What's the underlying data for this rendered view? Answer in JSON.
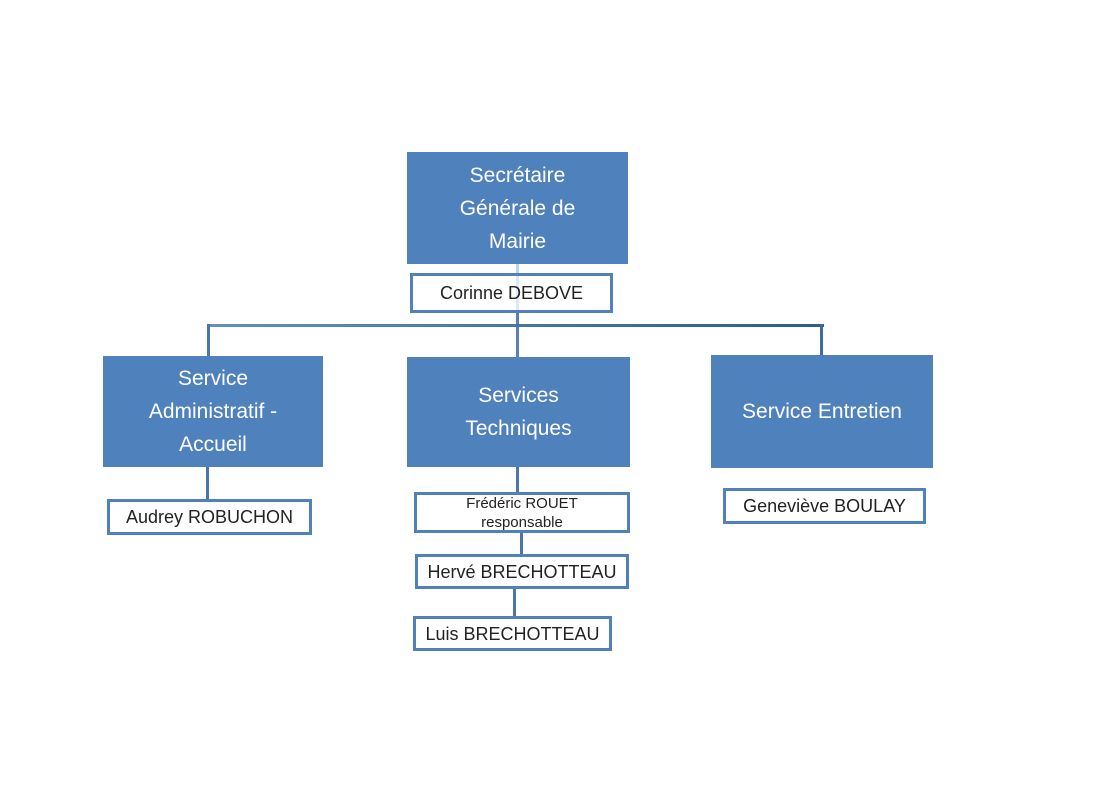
{
  "chart": {
    "type": "org-chart",
    "root": {
      "title": "Secrétaire Générale de Mairie",
      "title_lines": [
        "Secrétaire",
        "Générale de",
        "Mairie"
      ],
      "person": "Corinne DEBOVE"
    },
    "branches": [
      {
        "title": "Service Administratif - Accueil",
        "title_lines": [
          "Service",
          "Administratif -",
          "Accueil"
        ],
        "members": [
          "Audrey ROBUCHON"
        ]
      },
      {
        "title": "Services Techniques",
        "title_lines": [
          "Services",
          "Techniques"
        ],
        "members": [
          "Frédéric ROUET responsable",
          "Hervé BRECHOTTEAU",
          "Luis BRECHOTTEAU"
        ],
        "member_lines": {
          "0": [
            "Frédéric ROUET",
            "responsable"
          ]
        }
      },
      {
        "title": "Service Entretien",
        "title_lines": [
          "Service Entretien"
        ],
        "members": [
          "Geneviève BOULAY"
        ]
      }
    ],
    "colors": {
      "box_fill": "#4f81bd",
      "box_text": "#ffffff",
      "name_box_border": "#4f81bd",
      "name_text": "#222222",
      "connector": "#4a76ad",
      "connector_dark": "#2e5b8e",
      "connector_pale": "#bfd2e9"
    }
  }
}
